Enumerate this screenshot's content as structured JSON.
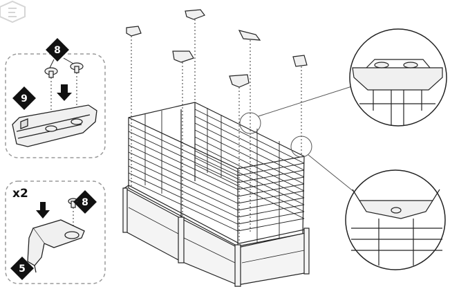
{
  "callouts": {
    "part_top_hardware": "8",
    "part_connector_top": "9",
    "part_corner_hardware": "8",
    "part_corner_bracket": "5"
  },
  "quantity_label": "x2",
  "colors": {
    "line": "#222222",
    "callout_fill": "#111111",
    "callout_text": "#ffffff",
    "panel_border": "#9a9a9a",
    "part_fill": "#f0f0f0"
  }
}
